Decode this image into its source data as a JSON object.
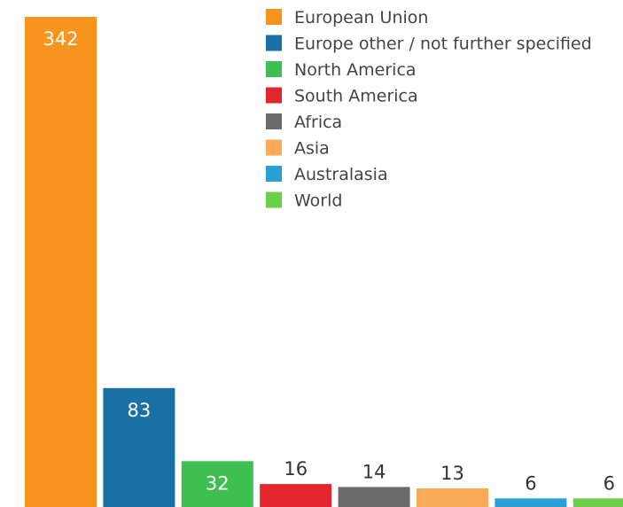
{
  "chart_data": {
    "type": "bar",
    "categories": [
      "European Union",
      "Europe other / not further specified",
      "North America",
      "South America",
      "Africa",
      "Asia",
      "Australasia",
      "World"
    ],
    "values": [
      342,
      83,
      32,
      16,
      14,
      13,
      6,
      6
    ],
    "value_labels": [
      "342",
      "83",
      "32",
      "16",
      "14",
      "13",
      "6",
      "6"
    ],
    "colors": [
      "#f7941d",
      "#1a6fa5",
      "#3fbf4f",
      "#e3262e",
      "#6b6b6b",
      "#f9ab59",
      "#2aa0d4",
      "#6ccf4a"
    ],
    "legend": {
      "position": "top-right",
      "entries": [
        {
          "label": "European Union",
          "color": "#f7941d"
        },
        {
          "label": "Europe other / not further specified",
          "color": "#1a6fa5"
        },
        {
          "label": "North America",
          "color": "#3fbf4f"
        },
        {
          "label": "South America",
          "color": "#e3262e"
        },
        {
          "label": "Africa",
          "color": "#6b6b6b"
        },
        {
          "label": "Asia",
          "color": "#f9ab59"
        },
        {
          "label": "Australasia",
          "color": "#2aa0d4"
        },
        {
          "label": "World",
          "color": "#6ccf4a"
        }
      ]
    },
    "ylim": [
      0,
      342
    ],
    "grid": false,
    "axes_visible": false,
    "title": "",
    "xlabel": "",
    "ylabel": ""
  }
}
